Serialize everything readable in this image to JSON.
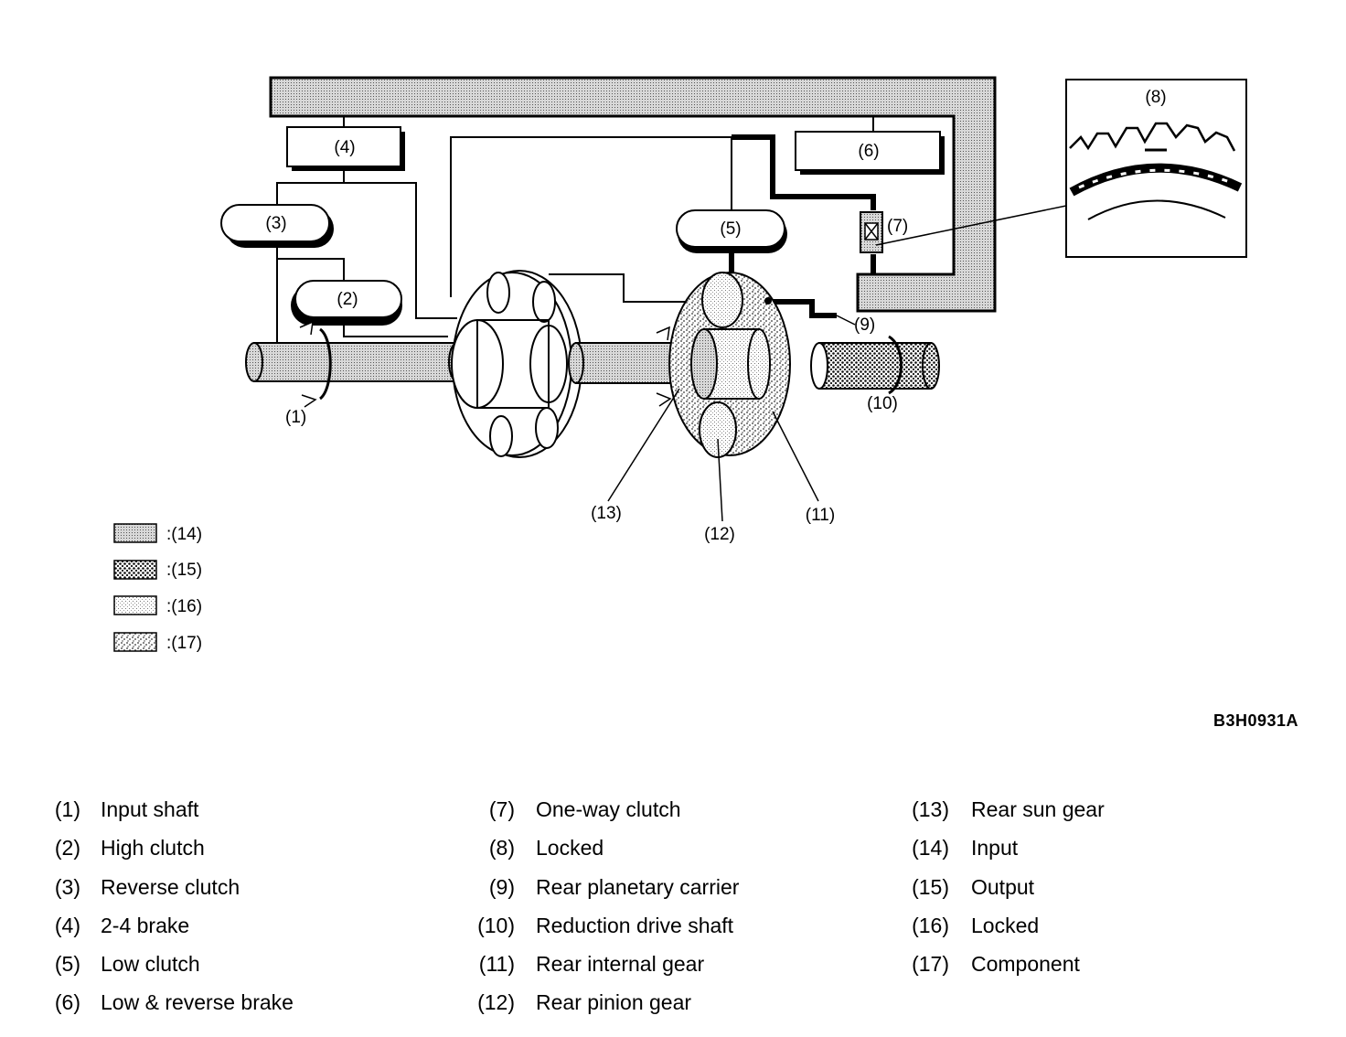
{
  "diagram": {
    "callouts": {
      "c1": "(1)",
      "c2": "(2)",
      "c3": "(3)",
      "c4": "(4)",
      "c5": "(5)",
      "c6": "(6)",
      "c7": "(7)",
      "c8": "(8)",
      "c9": "(9)",
      "c10": "(10)",
      "c11": "(11)",
      "c12": "(12)",
      "c13": "(13)"
    },
    "swatches": [
      {
        "label": ":(14)",
        "pattern": "dense-dots"
      },
      {
        "label": ":(15)",
        "pattern": "dark-dots"
      },
      {
        "label": ":(16)",
        "pattern": "light-dots"
      },
      {
        "label": ":(17)",
        "pattern": "sparse-dots"
      }
    ],
    "figure_code": "B3H0931A"
  },
  "legend": {
    "columns": [
      [
        {
          "num": "(1)",
          "label": "Input shaft"
        },
        {
          "num": "(2)",
          "label": "High clutch"
        },
        {
          "num": "(3)",
          "label": "Reverse clutch"
        },
        {
          "num": "(4)",
          "label": "2-4 brake"
        },
        {
          "num": "(5)",
          "label": "Low clutch"
        },
        {
          "num": "(6)",
          "label": "Low & reverse brake"
        }
      ],
      [
        {
          "num": "(7)",
          "label": "One-way clutch"
        },
        {
          "num": "(8)",
          "label": "Locked"
        },
        {
          "num": "(9)",
          "label": "Rear planetary carrier"
        },
        {
          "num": "(10)",
          "label": "Reduction drive shaft"
        },
        {
          "num": "(11)",
          "label": "Rear internal gear"
        },
        {
          "num": "(12)",
          "label": "Rear pinion gear"
        }
      ],
      [
        {
          "num": "(13)",
          "label": "Rear sun gear"
        },
        {
          "num": "(14)",
          "label": "Input"
        },
        {
          "num": "(15)",
          "label": "Output"
        },
        {
          "num": "(16)",
          "label": "Locked"
        },
        {
          "num": "(17)",
          "label": "Component"
        }
      ]
    ]
  }
}
